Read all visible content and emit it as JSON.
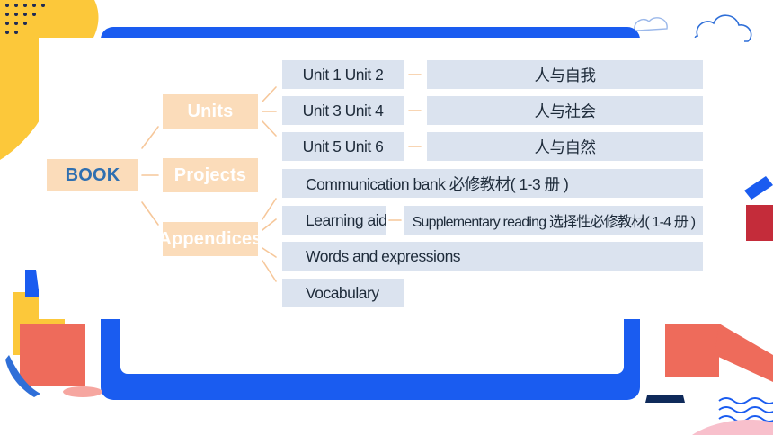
{
  "diagram": {
    "root": {
      "label": "BOOK"
    },
    "branches": [
      {
        "label": "Units"
      },
      {
        "label": "Projects"
      },
      {
        "label": "Appendices"
      }
    ],
    "unit_rows": [
      {
        "units": "Unit 1   Unit 2",
        "theme": "人与自我"
      },
      {
        "units": "Unit 3   Unit 4",
        "theme": "人与社会"
      },
      {
        "units": "Unit 5   Unit 6",
        "theme": "人与自然"
      }
    ],
    "appendices": {
      "communication_bank": "Communication bank 必修教材( 1-3 册 )",
      "learning_aid": "Learning aid",
      "supplementary_reading": "Supplementary reading 选择性必修教材( 1-4 册 )",
      "words_and_expressions": "Words and expressions",
      "vocabulary": "Vocabulary"
    }
  },
  "colors": {
    "node_orange": "#fbdcba",
    "node_blue": "#dbe3ef",
    "root_text": "#2f6fb0",
    "connector": "#f6c79a",
    "frame_blue": "#1a5cf0",
    "accent_yellow": "#fcc83a"
  }
}
